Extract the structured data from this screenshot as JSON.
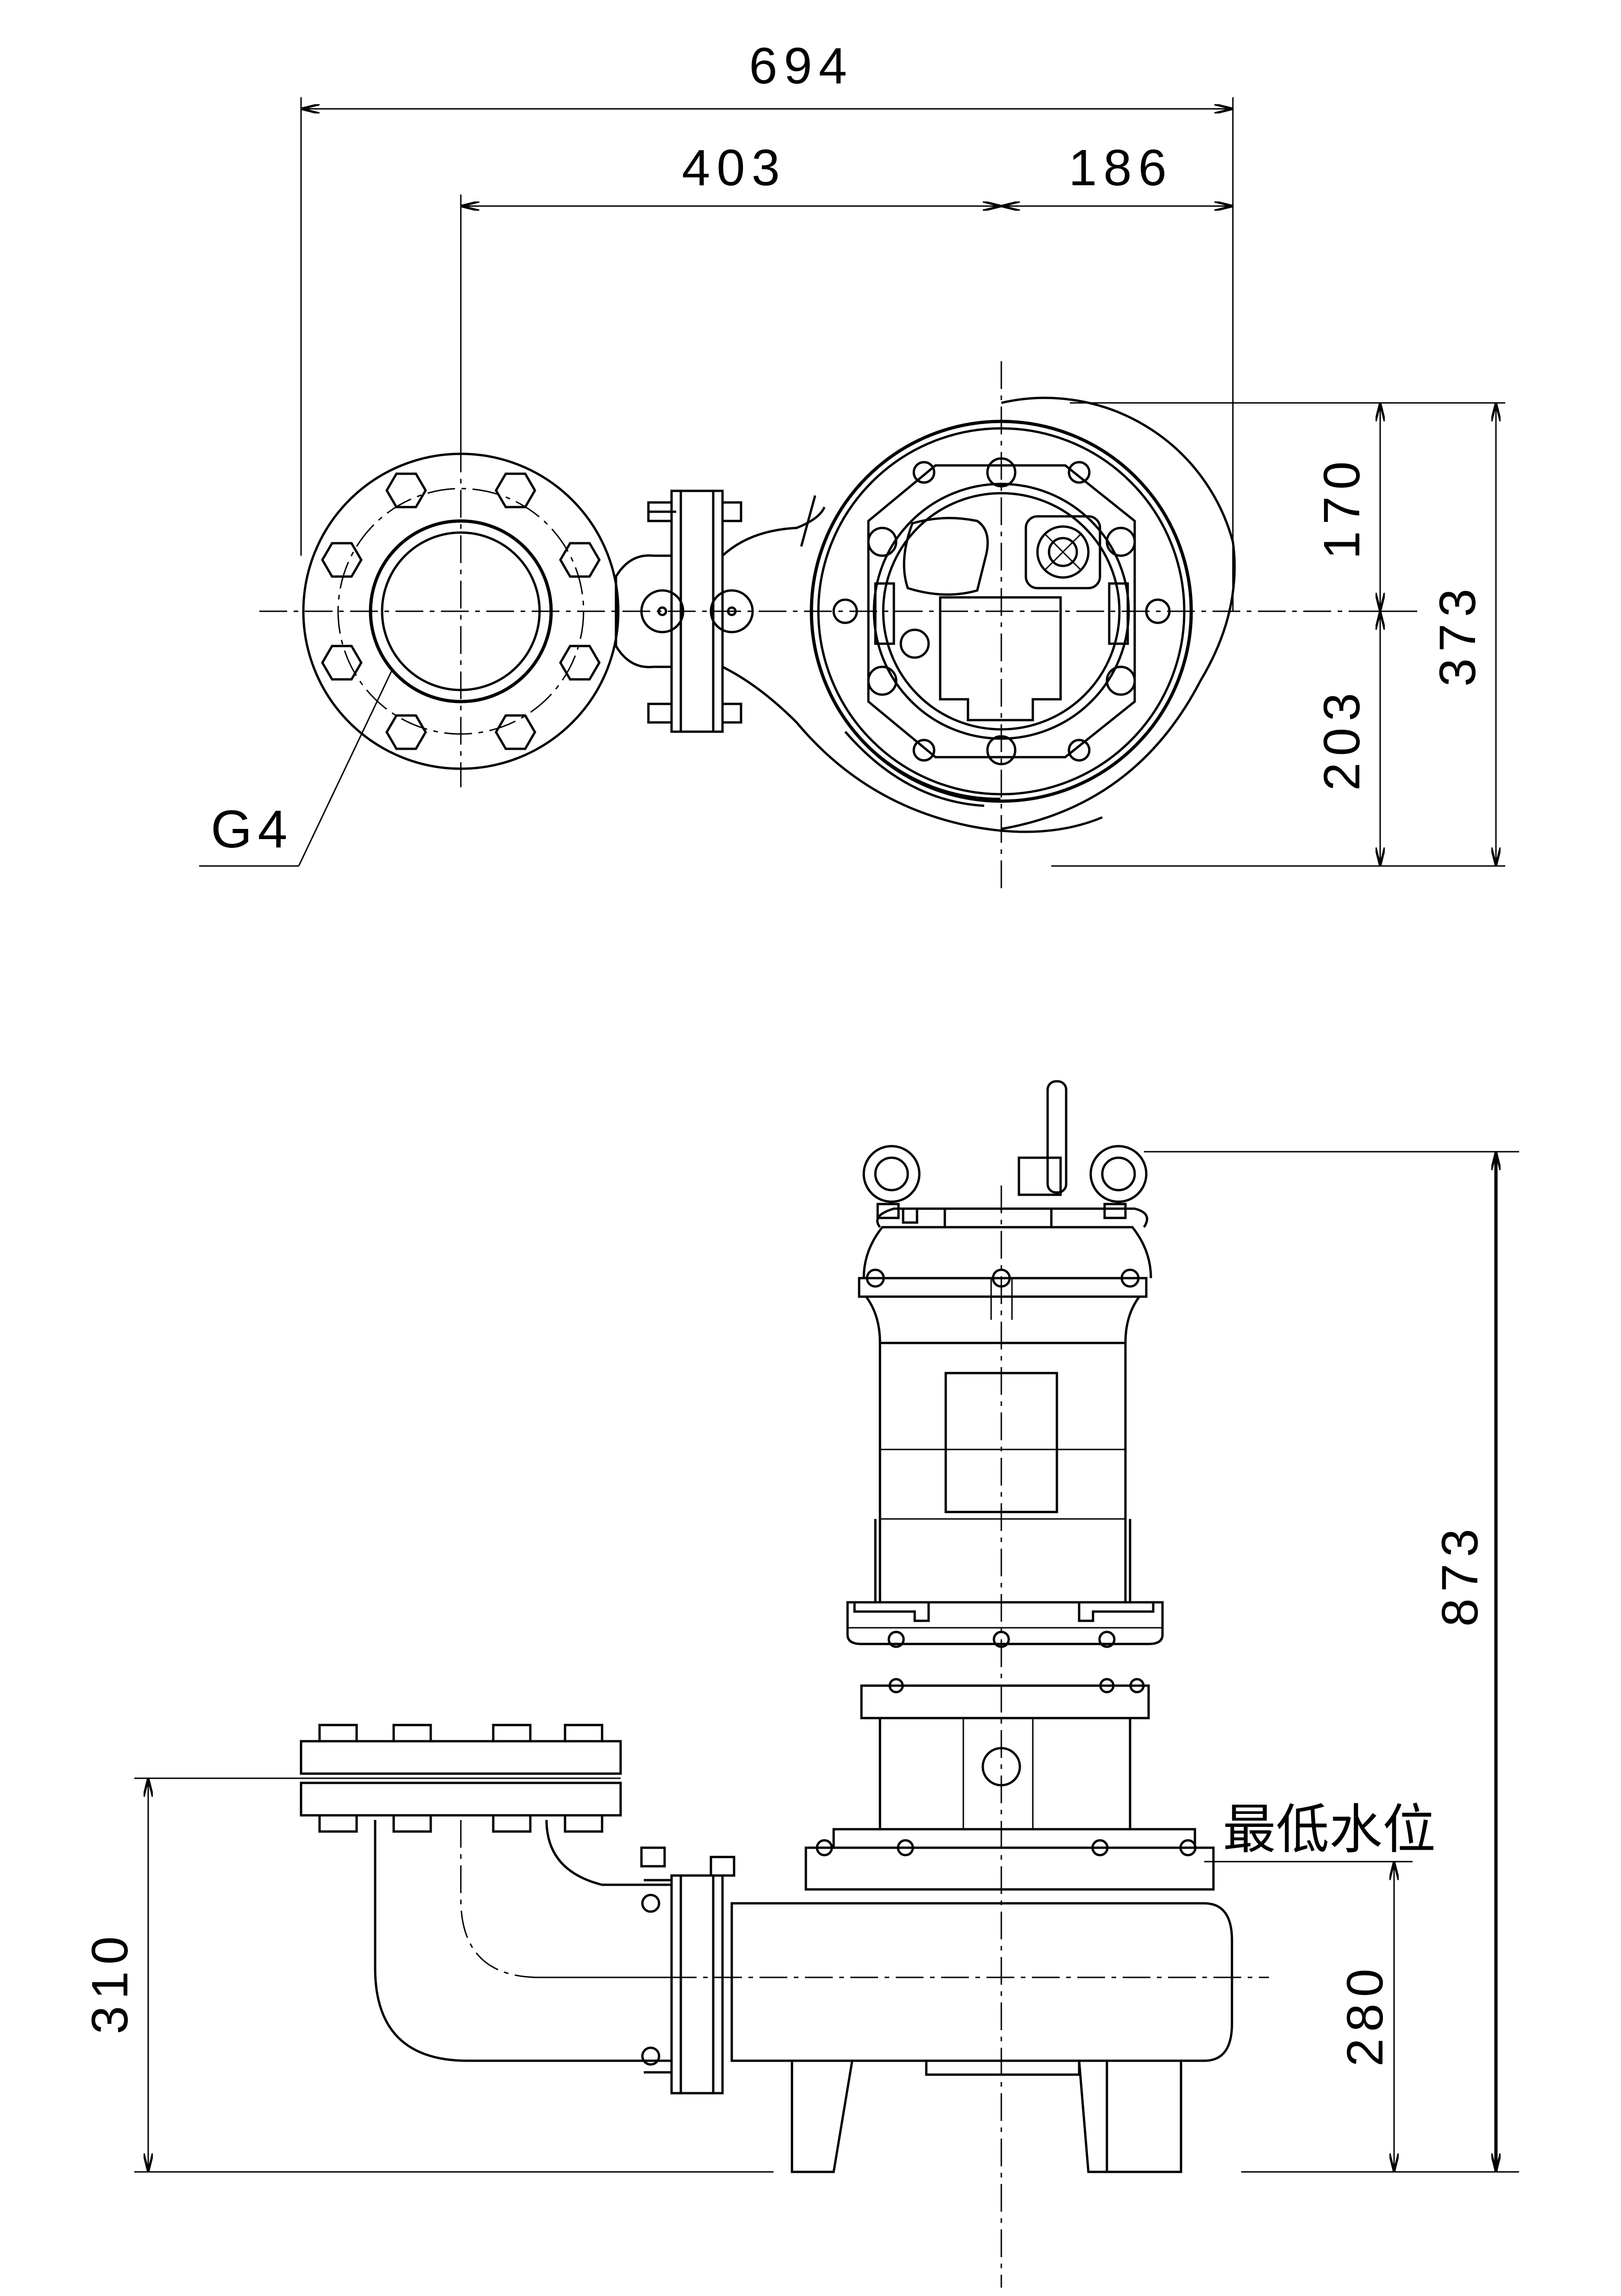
{
  "dimensions": {
    "overall_width": "694",
    "flange_to_center": "403",
    "center_to_right": "186",
    "top_to_center": "170",
    "total_depth": "373",
    "center_to_bottom": "203",
    "total_height": "873",
    "discharge_height": "310",
    "min_level_height": "280"
  },
  "labels": {
    "flange_size": "G4",
    "min_water_level": "最低水位"
  }
}
